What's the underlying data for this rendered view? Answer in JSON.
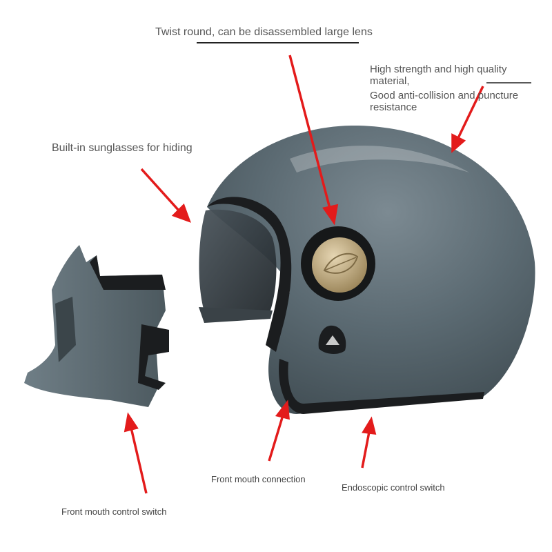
{
  "labels": {
    "lens": "Twist round, can be disassembled large lens",
    "material_line1": "High strength and high quality material,",
    "material_line2": "Good anti-collision and puncture resistance",
    "sunglasses": "Built-in sunglasses for hiding",
    "front_mouth_connection": "Front mouth connection",
    "endoscopic_switch": "Endoscopic control switch",
    "front_mouth_control": "Front mouth control switch"
  },
  "colors": {
    "shell": "#5b6a72",
    "shell_dark": "#47545b",
    "visor": "#2d3338",
    "trim": "#1b1d1f",
    "knob": "#b8a27a",
    "arrow": "#e31b1b",
    "text": "#555555"
  }
}
